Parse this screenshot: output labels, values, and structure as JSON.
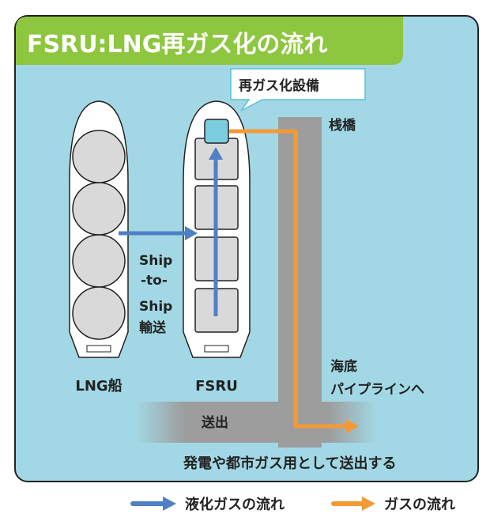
{
  "title": "FSRU:LNG再ガス化の流れ",
  "callout": "再ガス化設備",
  "pier_label": "桟橋",
  "transfer_label": [
    "Ship",
    "-to-",
    "Ship",
    "輸送"
  ],
  "lng_ship_label": "LNG船",
  "fsru_label": "FSRU",
  "pipeline_label": [
    "海底",
    "パイプラインへ"
  ],
  "sendout_label": "送出",
  "bottom_caption": "発電や都市ガス用として送出する",
  "legend": {
    "liquid": "液化ガスの流れ",
    "gas": "ガスの流れ"
  },
  "colors": {
    "background": "#a2d8e5",
    "title_bar": "#8dc63f",
    "liquid_flow": "#4f7fc4",
    "gas_flow": "#f39a36",
    "pier": "#9d9d9d"
  }
}
